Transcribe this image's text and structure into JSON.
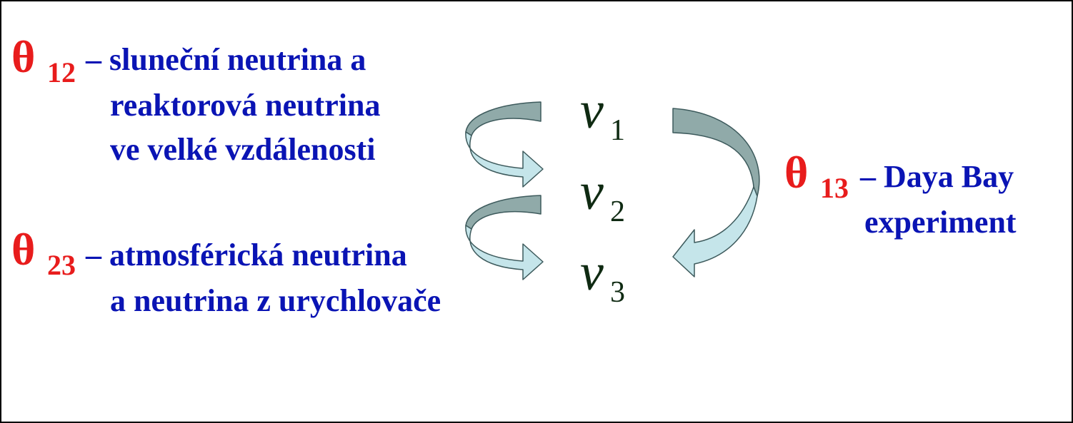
{
  "colors": {
    "theta": "#e81c1c",
    "text": "#0a14b4",
    "neutrino": "#0f2a12",
    "arrow_dark": "#90aaa9",
    "arrow_light": "#c5e5ea",
    "arrow_outline": "#3d5a5c"
  },
  "theta12": {
    "symbol": "θ",
    "subscript": "12",
    "lines": [
      "– sluneční neutrina a",
      "reaktorová neutrina",
      "ve velké vzdálenosti"
    ]
  },
  "theta23": {
    "symbol": "θ",
    "subscript": "23",
    "lines": [
      "– atmosférická neutrina",
      "a neutrina z urychlovače"
    ]
  },
  "theta13": {
    "symbol": "θ",
    "subscript": "13",
    "lines": [
      "– Daya Bay",
      "experiment"
    ]
  },
  "neutrinos": [
    {
      "symbol": "ν",
      "subscript": "1"
    },
    {
      "symbol": "ν",
      "subscript": "2"
    },
    {
      "symbol": "ν",
      "subscript": "3"
    }
  ]
}
